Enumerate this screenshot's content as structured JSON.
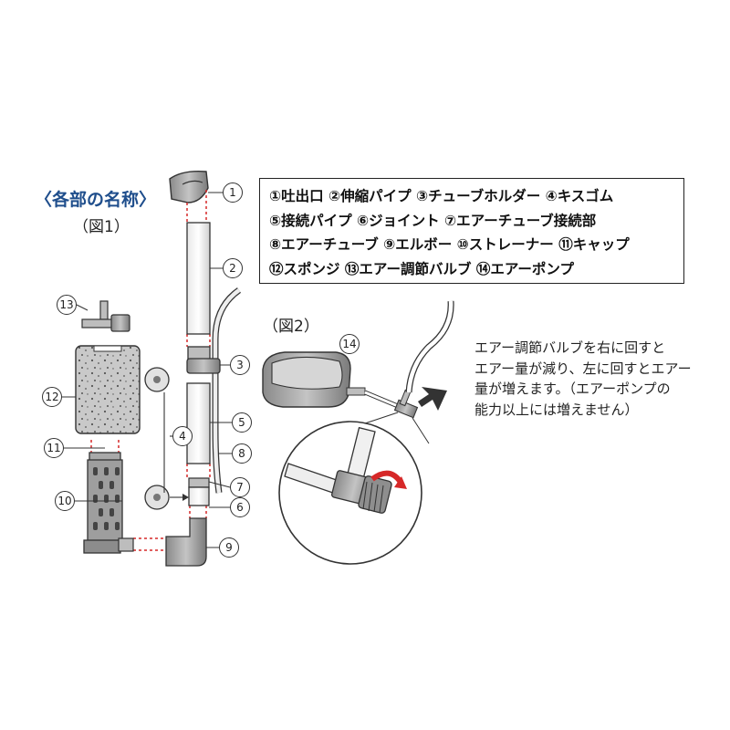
{
  "heading": "〈各部の名称〉",
  "figure1_label": "（図1）",
  "figure2_label": "（図2）",
  "legend_lines": [
    "①吐出口 ②伸縮パイプ ③チューブホルダー ④キスゴム",
    "⑤接続パイプ ⑥ジョイント ⑦エアーチューブ接続部",
    "⑧エアーチューブ ⑨エルボー ⑩ストレーナー ⑪キャップ",
    "⑫スポンジ ⑬エアー調節バルブ ⑭エアーポンプ"
  ],
  "note_lines": [
    "エアー調節バルブを右に回すと",
    "エアー量が減り、左に回すとエアー",
    "量が増えます。（エアーポンプの",
    "能力以上には増えません）"
  ],
  "callouts": {
    "c1": "1",
    "c2": "2",
    "c3": "3",
    "c4": "4",
    "c5": "5",
    "c6": "6",
    "c7": "7",
    "c8": "8",
    "c9": "9",
    "c10": "10",
    "c11": "11",
    "c12": "12",
    "c13": "13",
    "c14": "14"
  },
  "colors": {
    "heading": "#1f4e8c",
    "dashed_guides": "#d62828",
    "arrow": "#d62828",
    "parts": "#9a9a9a"
  }
}
